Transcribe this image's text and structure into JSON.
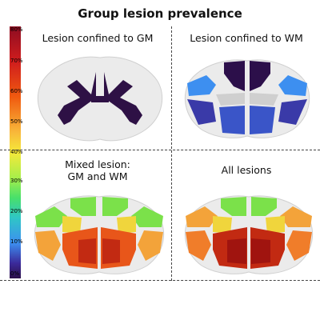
{
  "title": "Group lesion prevalence",
  "colorbar": {
    "ticks": [
      "80%",
      "70%",
      "60%",
      "50%",
      "40%",
      "30%",
      "20%",
      "10%",
      "0%"
    ]
  },
  "panels": [
    {
      "label": "Lesion confined to GM",
      "label_line2": ""
    },
    {
      "label": "Lesion confined to WM",
      "label_line2": ""
    },
    {
      "label": "Mixed lesion:",
      "label_line2": "GM and WM"
    },
    {
      "label": "All lesions",
      "label_line2": ""
    }
  ],
  "colors": {
    "cord_bg": "#ebebeb",
    "gm_purple": "#2e1145",
    "wm_dark_purple": "#2c0f4a",
    "wm_blue_light": "#3d8ff0",
    "wm_blue_mid": "#3a55c8",
    "wm_indigo": "#3a3aa8",
    "wm_light_grey": "#cfcfcf",
    "green": "#7be14a",
    "yellow": "#f0d53c",
    "orange": "#f07d2a",
    "orange_red": "#e8561a",
    "red": "#c22a12",
    "dark_red": "#a0140f",
    "light_orange": "#f3a33a"
  }
}
